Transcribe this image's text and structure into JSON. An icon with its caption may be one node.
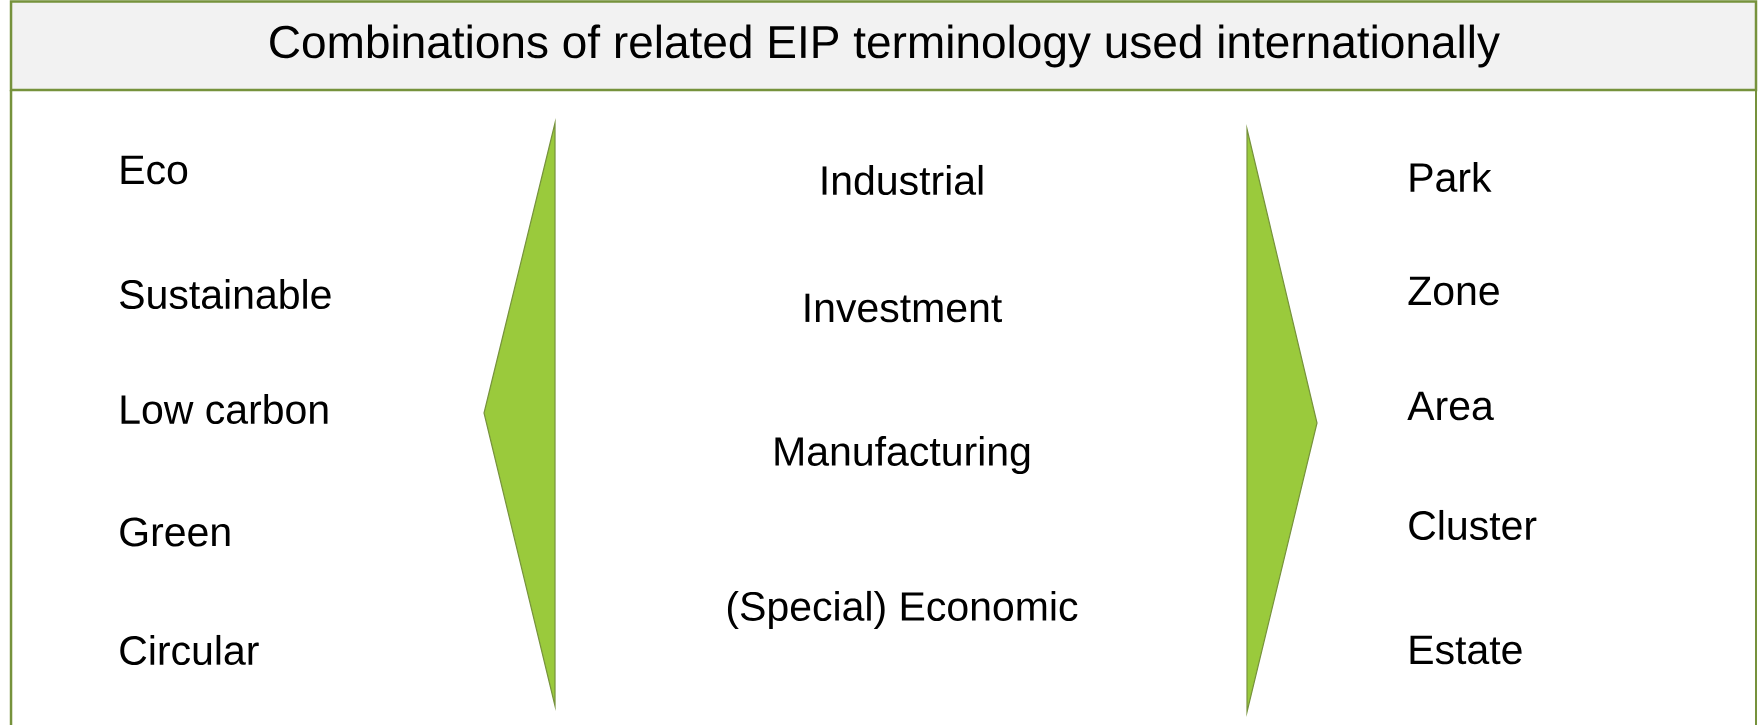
{
  "diagram": {
    "title": "Combinations of related EIP terminology used internationally",
    "labels": [
      "Eco",
      "Sustainable",
      "Low carbon",
      "Green",
      "Circular",
      "Industrial",
      "Investment",
      "Manufacturing",
      "(Special) Economic",
      "Park",
      "Zone",
      "Area",
      "Cluster",
      "Estate"
    ]
  }
}
